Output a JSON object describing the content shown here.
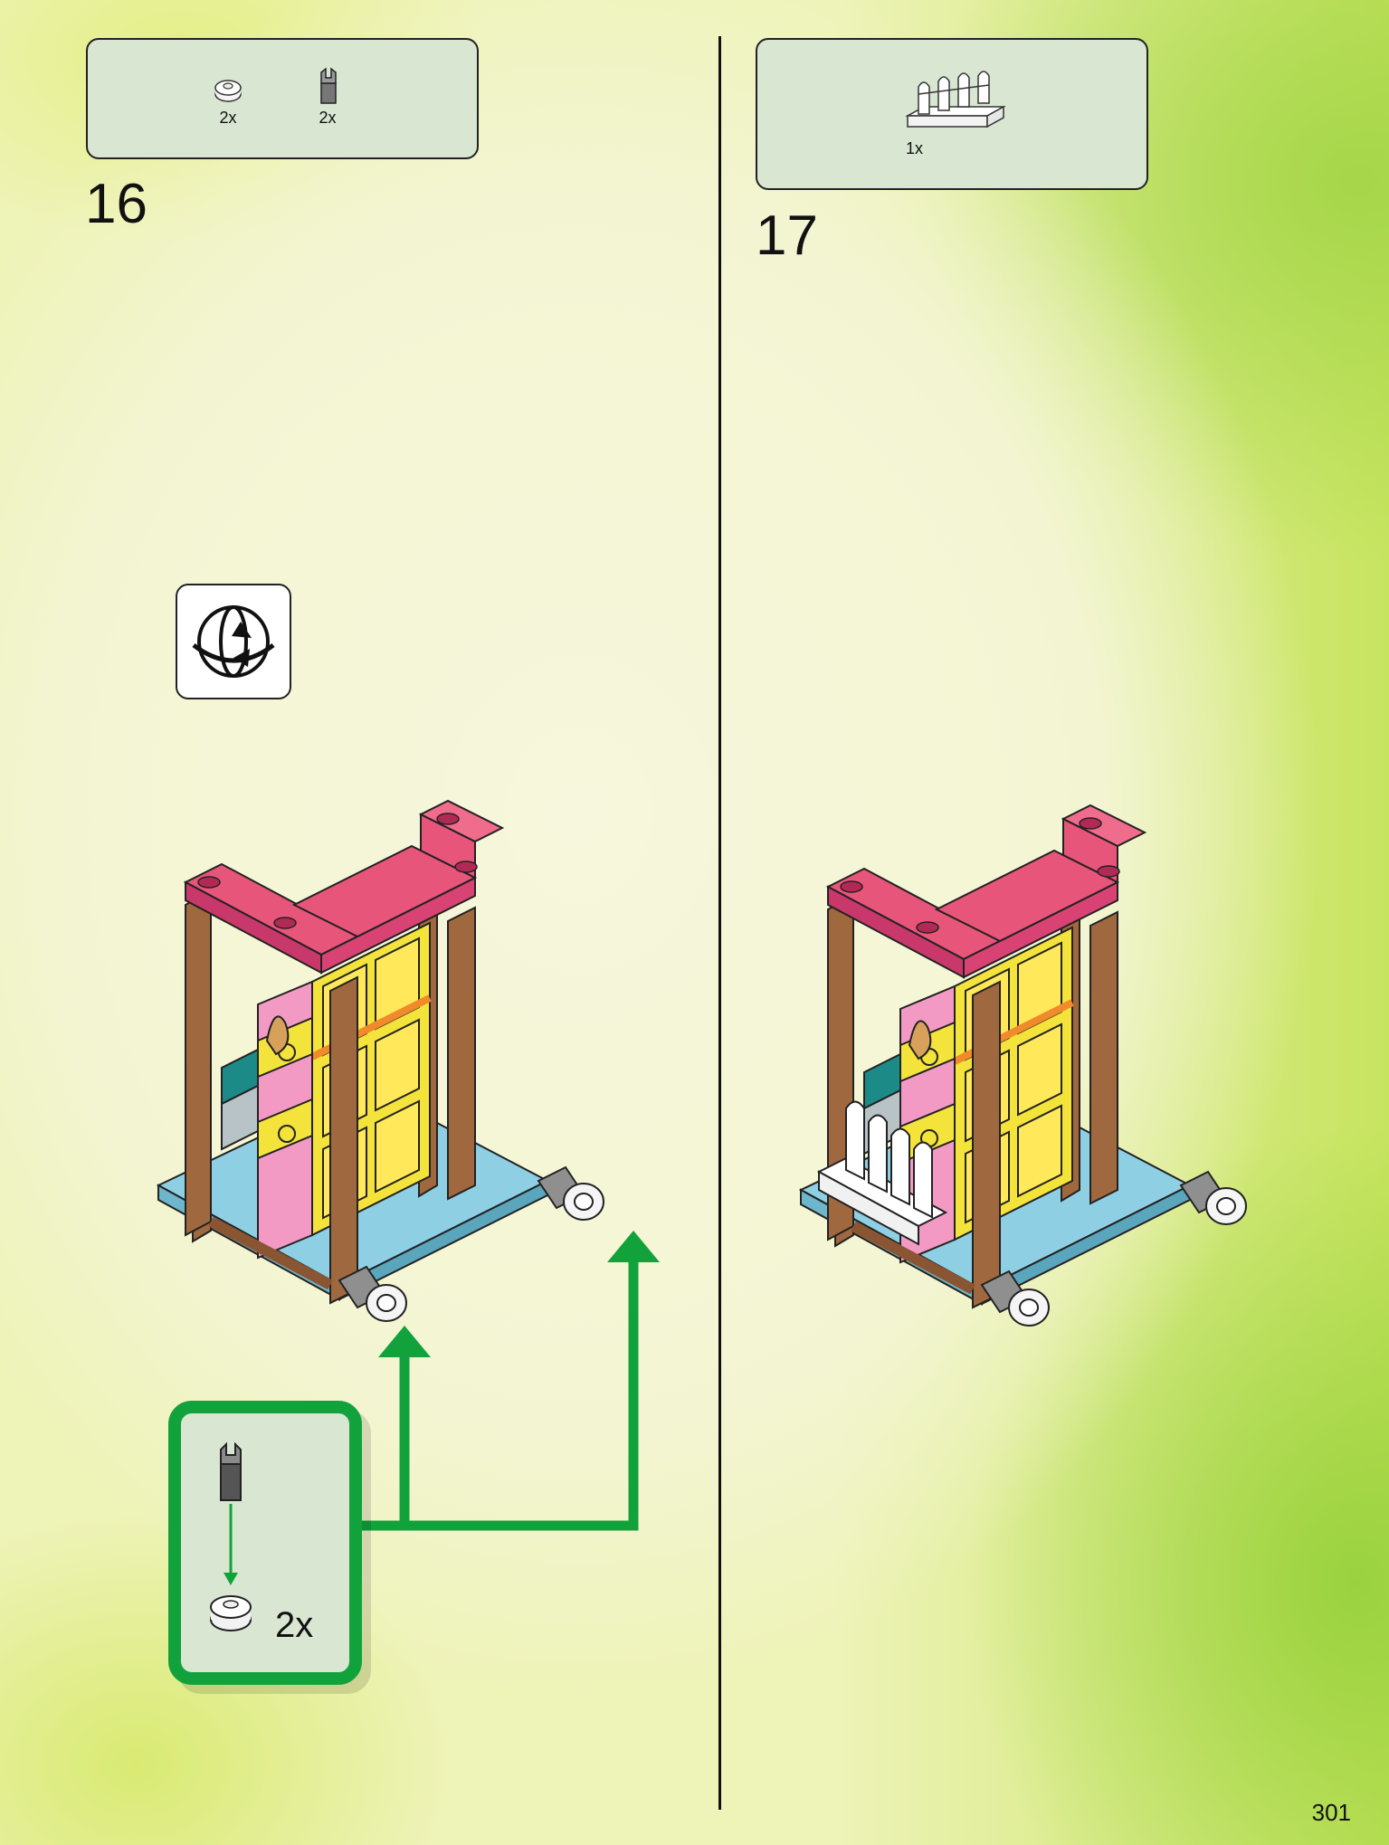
{
  "steps": [
    {
      "number": "16",
      "parts": [
        {
          "name": "round-plate-1x1",
          "qty": "2x"
        },
        {
          "name": "clip-bar-holder",
          "qty": "2x"
        }
      ]
    },
    {
      "number": "17",
      "parts": [
        {
          "name": "fence-1x4",
          "qty": "1x"
        }
      ]
    }
  ],
  "callout": {
    "qty": "2x"
  },
  "page_number": "301",
  "colors": {
    "accent_green": "#12a23c",
    "pink": "#e8557a",
    "brown": "#a0683f",
    "yellow": "#f3e33a",
    "teal": "#1c8a86",
    "light_blue": "#8ecfe3"
  },
  "icons": [
    "rotate-model-icon",
    "assembly-arrow-icon"
  ]
}
